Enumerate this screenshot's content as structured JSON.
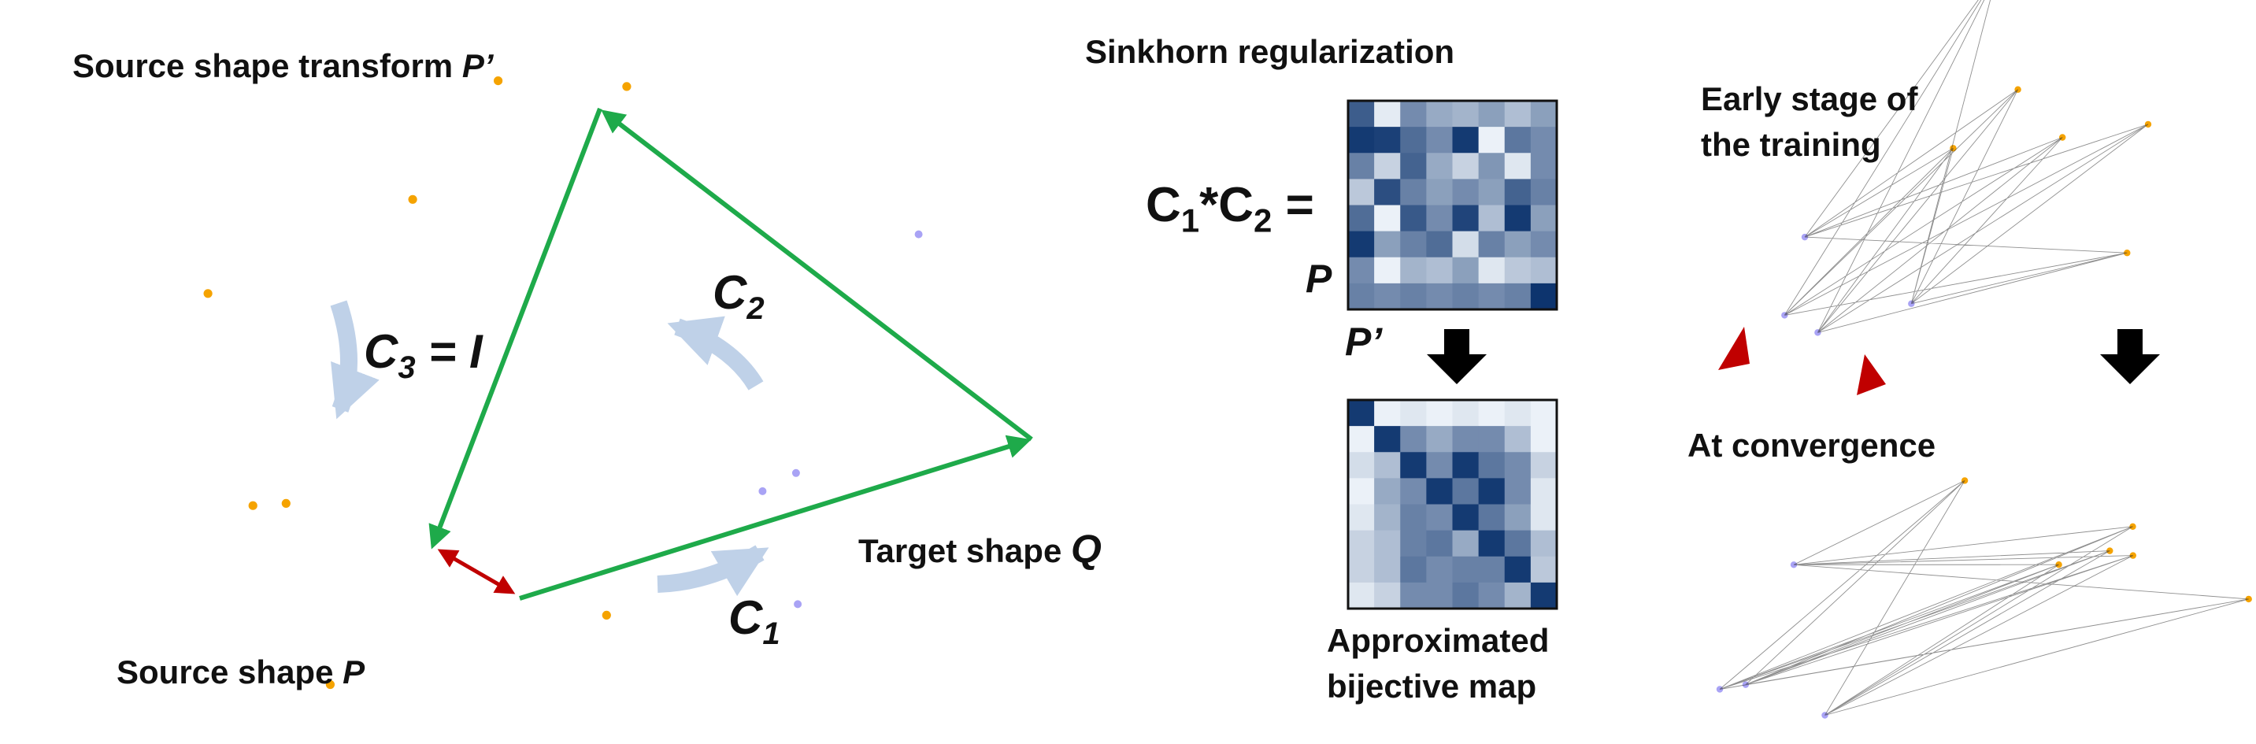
{
  "panel1": {
    "source_transform_label": "Source shape transform ",
    "source_transform_var": "P’",
    "source_label": "Source shape ",
    "source_var": "P",
    "target_label": "Target shape ",
    "target_var": "Q",
    "c1": "C",
    "c1_sub": "1",
    "c2": "C",
    "c2_sub": "2",
    "c3": "C",
    "c3_sub": "3",
    "c3_rhs": " = I"
  },
  "panel2": {
    "title": "Sinkhorn regularization",
    "equation_left": "C",
    "equation_sub1": "1",
    "equation_mid": "*C",
    "equation_sub2": "2",
    "equation_right": " =",
    "row_axis": "P",
    "col_axis": "P’",
    "result_label_line1": "Approximated",
    "result_label_line2": "bijective map",
    "matrix_before": [
      [
        0.78,
        0.08,
        0.55,
        0.4,
        0.35,
        0.45,
        0.3,
        0.45
      ],
      [
        0.95,
        0.92,
        0.7,
        0.55,
        0.95,
        0.05,
        0.65,
        0.55
      ],
      [
        0.6,
        0.2,
        0.75,
        0.4,
        0.2,
        0.5,
        0.1,
        0.55
      ],
      [
        0.25,
        0.85,
        0.6,
        0.45,
        0.55,
        0.45,
        0.75,
        0.6
      ],
      [
        0.7,
        0.05,
        0.8,
        0.55,
        0.9,
        0.3,
        0.95,
        0.45
      ],
      [
        0.95,
        0.45,
        0.6,
        0.7,
        0.15,
        0.6,
        0.45,
        0.55
      ],
      [
        0.55,
        0.05,
        0.35,
        0.3,
        0.45,
        0.1,
        0.25,
        0.3
      ],
      [
        0.6,
        0.55,
        0.6,
        0.55,
        0.6,
        0.55,
        0.6,
        0.98
      ]
    ],
    "matrix_after": [
      [
        0.95,
        0.05,
        0.1,
        0.05,
        0.1,
        0.05,
        0.1,
        0.05
      ],
      [
        0.05,
        0.95,
        0.55,
        0.4,
        0.55,
        0.55,
        0.3,
        0.05
      ],
      [
        0.15,
        0.3,
        0.95,
        0.55,
        0.95,
        0.65,
        0.55,
        0.2
      ],
      [
        0.05,
        0.4,
        0.55,
        0.95,
        0.65,
        0.95,
        0.55,
        0.1
      ],
      [
        0.1,
        0.35,
        0.6,
        0.55,
        0.95,
        0.65,
        0.45,
        0.1
      ],
      [
        0.2,
        0.3,
        0.6,
        0.65,
        0.4,
        0.95,
        0.65,
        0.3
      ],
      [
        0.2,
        0.3,
        0.65,
        0.55,
        0.6,
        0.6,
        0.95,
        0.25
      ],
      [
        0.1,
        0.2,
        0.55,
        0.55,
        0.65,
        0.55,
        0.35,
        0.95
      ]
    ]
  },
  "panel3": {
    "early_line1": "Early stage of",
    "early_line2": "the training",
    "convergence": "At convergence"
  },
  "colors": {
    "source": "#F5A300",
    "target": "#A9A3F5",
    "triangle": "#1EAA4A",
    "arrow_light": "#BFD1E8",
    "red_arrow": "#C00000",
    "marker": "#C00000"
  }
}
